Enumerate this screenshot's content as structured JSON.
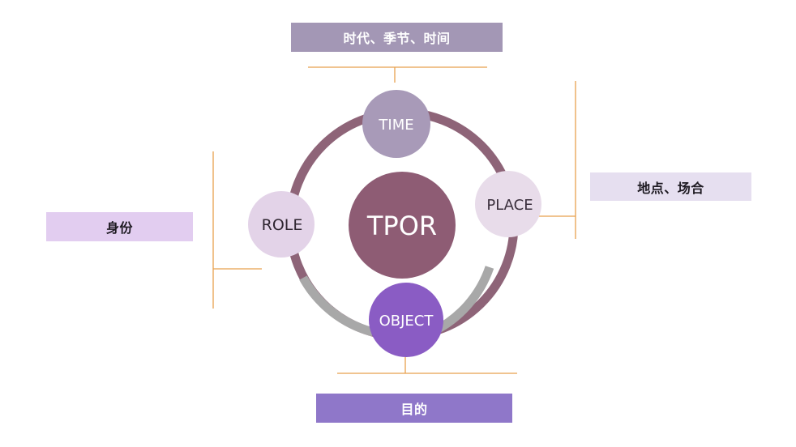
{
  "center": {
    "label": "TPOR",
    "color": "#8e5c74"
  },
  "ring": {
    "main_color": "#8e6478",
    "gray_color": "#a8a8a8",
    "connector_color": "#e8a14e"
  },
  "nodes": {
    "time": {
      "label": "TIME",
      "fill": "#a89ab8",
      "text_color": "#ffffff"
    },
    "place": {
      "label": "PLACE",
      "fill": "#e8dcea",
      "text_color": "#3a2f3c"
    },
    "role": {
      "label": "ROLE",
      "fill": "#e3d3e8",
      "text_color": "#2e2530"
    },
    "object": {
      "label": "OBJECT",
      "fill": "#8a5cc4",
      "text_color": "#ffffff"
    }
  },
  "labels": {
    "time": "时代、季节、时间",
    "place": "地点、场合",
    "role": "身份",
    "object": "目的"
  }
}
